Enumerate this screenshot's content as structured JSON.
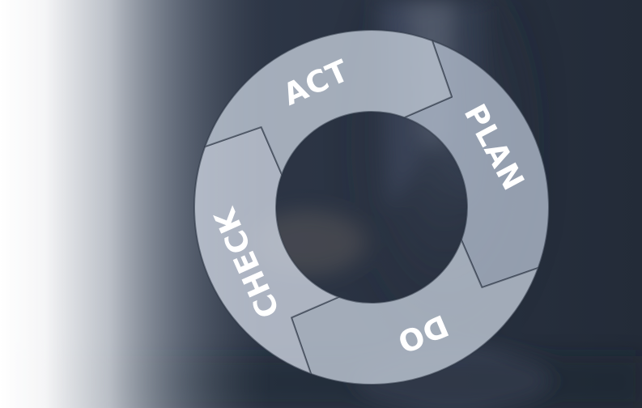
{
  "diagram": {
    "type": "cycle",
    "stages": [
      {
        "key": "plan",
        "label": "PLAN"
      },
      {
        "key": "do",
        "label": "DO"
      },
      {
        "key": "check",
        "label": "CHECK"
      },
      {
        "key": "act",
        "label": "ACT"
      }
    ]
  },
  "colors": {
    "ring_segment": "#b4bdcb",
    "ring_segment_dark": "#8e99ab",
    "label": "#ffffff",
    "background_dark": "#2b3444",
    "background_light": "#ffffff"
  }
}
